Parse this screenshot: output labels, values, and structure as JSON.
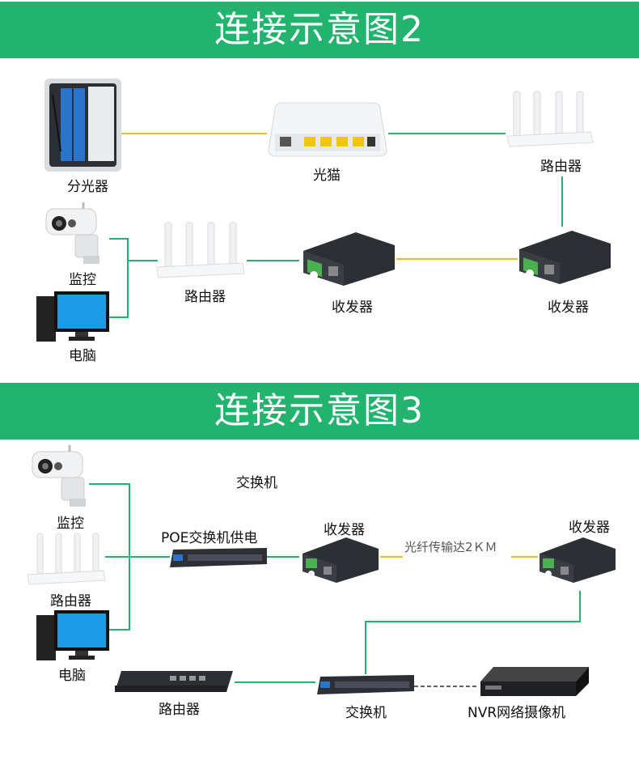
{
  "diagram2": {
    "title": "连接示意图2",
    "labels": {
      "splitter": "分光器",
      "optical_modem": "光猫",
      "router_top": "路由器",
      "camera": "监控",
      "router_mid": "路由器",
      "transceiver_b": "收发器",
      "transceiver_a": "收发器",
      "computer": "电脑"
    }
  },
  "diagram3": {
    "title": "连接示意图3",
    "labels": {
      "switch_top": "交换机",
      "camera": "监控",
      "poe_switch": "POE交换机供电",
      "transceiver_b": "收发器",
      "fiber_note": "光纤传输达2ＫＭ",
      "transceiver_a": "收发器",
      "router_wifi": "路由器",
      "computer": "电脑",
      "router_box": "路由器",
      "switch_bottom": "交换机",
      "nvr": "NVR网络摄像机"
    }
  },
  "colors": {
    "banner": "#22b36e",
    "line_green": "#22b36e",
    "line_yellow": "#e8c21a",
    "line_dashed": "#333333",
    "screen_blue": "#1e9be6",
    "device_dark": "#2c2f33"
  }
}
